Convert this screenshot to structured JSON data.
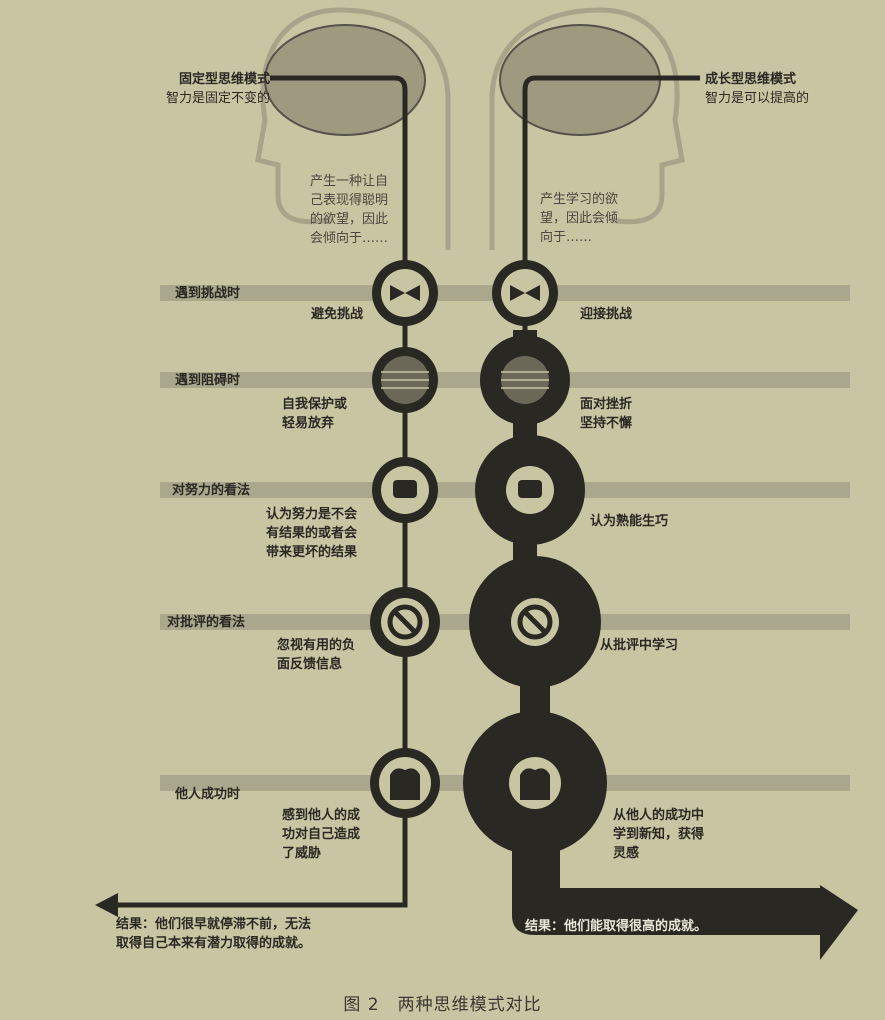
{
  "fixed": {
    "title": "固定型思维模式",
    "subtitle": "智力是固定不变的",
    "desire": "产生一种让自\n己表现得聪明\n的欲望，因此\n会倾向于……",
    "responses": [
      "避免挑战",
      "自我保护或\n轻易放弃",
      "认为努力是不会\n有结果的或者会\n带来更坏的结果",
      "忽视有用的负\n面反馈信息",
      "感到他人的成\n功对自己造成\n了威胁"
    ],
    "result": "结果：他们很早就停滞不前，无法\n取得自己本来有潜力取得的成就。"
  },
  "growth": {
    "title": "成长型思维模式",
    "subtitle": "智力是可以提高的",
    "desire": "产生学习的欲\n望，因此会倾\n向于……",
    "responses": [
      "迎接挑战",
      "面对挫折\n坚持不懈",
      "认为熟能生巧",
      "从批评中学习",
      "从他人的成功中\n学到新知，获得\n灵感"
    ],
    "result": "结果：他们能取得很高的成就。"
  },
  "situations": [
    "遇到挑战时",
    "遇到阻碍时",
    "对努力的看法",
    "对批评的看法",
    "他人成功时"
  ],
  "icons": [
    "challenge-arrows-icon",
    "brick-wall-icon",
    "weightlifter-icon",
    "prohibition-icon",
    "trophy-person-icon"
  ],
  "caption": "图 2　两种思维模式对比",
  "colors": {
    "background": "#c8c5a2",
    "ink": "#2a2823",
    "band": "#a9a78c"
  }
}
